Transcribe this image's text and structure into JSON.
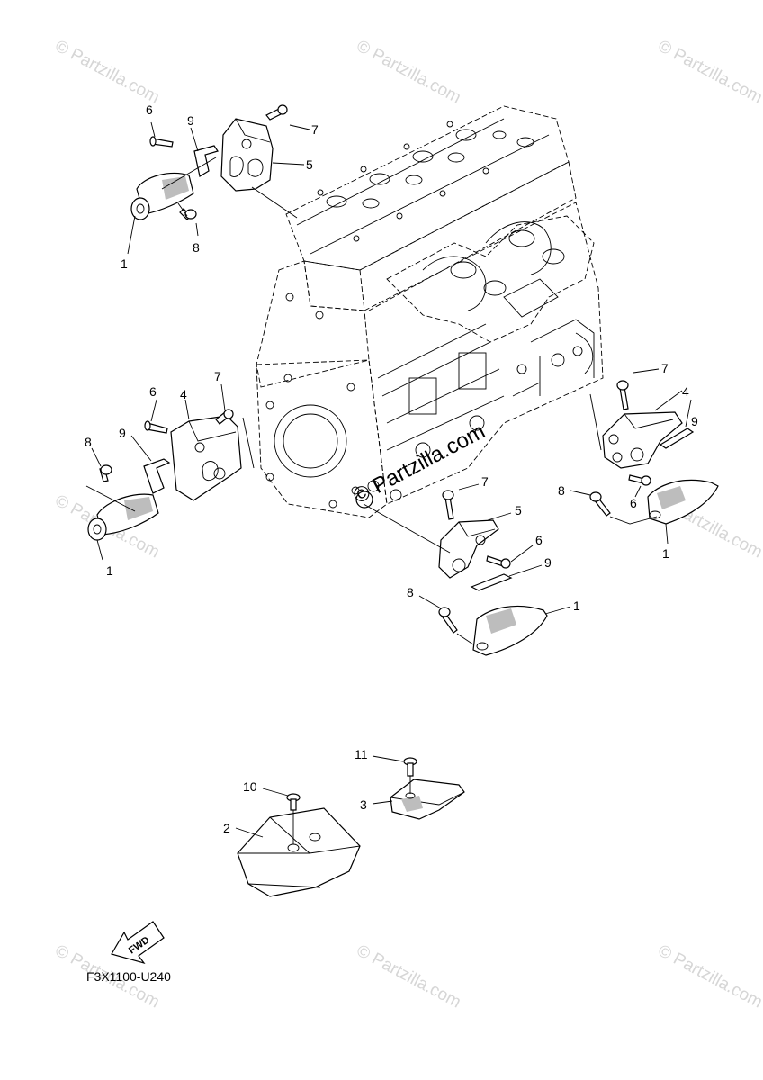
{
  "diagram": {
    "code": "F3X1100-U240",
    "fwd_label": "FWD",
    "watermark": "© Partzilla.com",
    "center_watermark": "© Partzilla.com",
    "callouts": {
      "a": {
        "n1": "1",
        "n5": "5",
        "n6": "6",
        "n7": "7",
        "n8": "8",
        "n9": "9"
      },
      "b": {
        "n1": "1",
        "n4": "4",
        "n6": "6",
        "n7": "7",
        "n8": "8",
        "n9": "9"
      },
      "c": {
        "n1": "1",
        "n4": "4",
        "n6": "6",
        "n7": "7",
        "n8": "8",
        "n9": "9"
      },
      "d": {
        "n1": "1",
        "n5": "5",
        "n6": "6",
        "n7": "7",
        "n8": "8",
        "n9": "9"
      },
      "e": {
        "n2": "2",
        "n3": "3",
        "n10": "10",
        "n11": "11"
      }
    }
  }
}
